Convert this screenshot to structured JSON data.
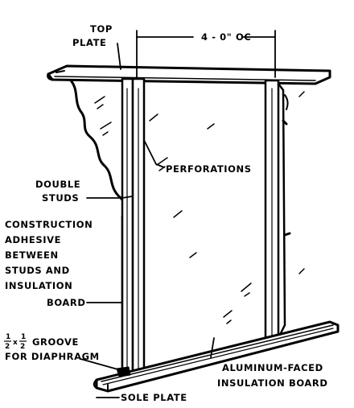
{
  "labels": {
    "spacing": "4 - 0\" OC",
    "top_plate_1": "TOP",
    "top_plate_2": "PLATE",
    "perforations": "PERFORATIONS",
    "double_studs_1": "DOUBLE",
    "double_studs_2": "STUDS",
    "adhesive_1": "CONSTRUCTION",
    "adhesive_2": "ADHESIVE",
    "adhesive_3": "BETWEEN",
    "adhesive_4": "STUDS AND",
    "adhesive_5": "INSULATION",
    "adhesive_6": "BOARD",
    "groove_frac_a": "1",
    "groove_frac_a_den": "2",
    "groove_frac_x": "x",
    "groove_frac_b": "1",
    "groove_frac_b_den": "2",
    "groove_1": "GROOVE",
    "groove_2": "FOR DIAPHRAGM",
    "sole_plate": "SOLE PLATE",
    "board_1": "ALUMINUM-FACED",
    "board_2": "INSULATION BOARD"
  },
  "colors": {
    "ink": "#000000",
    "paper": "#ffffff"
  }
}
